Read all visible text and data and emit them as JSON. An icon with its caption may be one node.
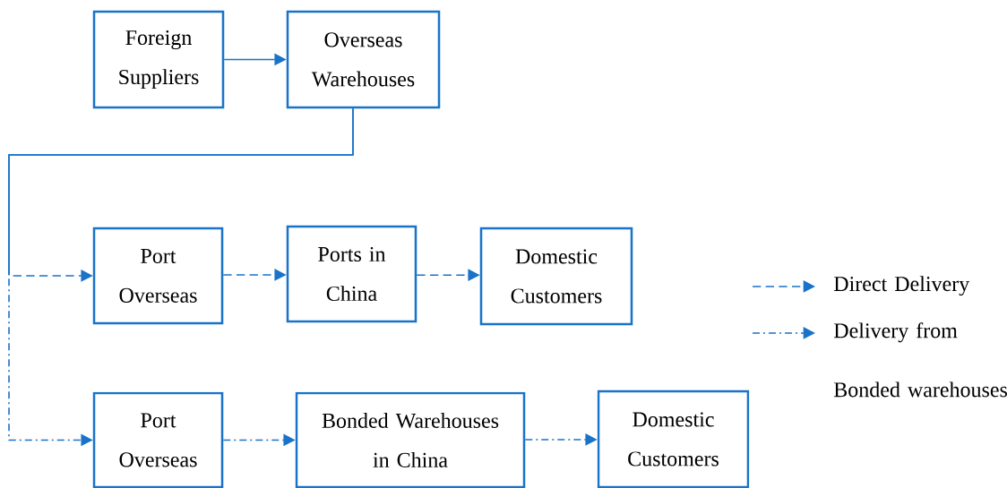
{
  "diagram": {
    "nodes": [
      {
        "text": [
          "Foreign Suppliers"
        ]
      },
      {
        "text": [
          "Overseas Warehouses"
        ]
      },
      {
        "text": [
          "Port Overseas"
        ]
      },
      {
        "text": [
          "Ports in China"
        ]
      },
      {
        "text": [
          "Domestic Customers"
        ]
      },
      {
        "text": [
          "Port Overseas"
        ]
      },
      {
        "text": [
          "Bonded Warehouses in China"
        ]
      },
      {
        "text": [
          "Domestic Customers"
        ]
      }
    ],
    "edges": [
      {
        "from": 0,
        "to": 1,
        "arrow": "to"
      },
      {
        "from": 1,
        "to": 2,
        "arrow": "to",
        "style": "dashed"
      },
      {
        "from": 1,
        "to": 5,
        "arrow": "to",
        "style": "dashed"
      },
      {
        "from": 2,
        "to": 3,
        "arrow": "to",
        "style": "dashed"
      },
      {
        "from": 3,
        "to": 4,
        "arrow": "to",
        "style": "dashed"
      },
      {
        "from": 5,
        "to": 6,
        "arrow": "to",
        "style": "dashed"
      },
      {
        "from": 6,
        "to": 7,
        "arrow": "to",
        "style": "dashed"
      }
    ],
    "legend": [
      {
        "text": "Direct Delivery"
      },
      {
        "text": "Delivery from Bonded warehouses"
      }
    ]
  }
}
